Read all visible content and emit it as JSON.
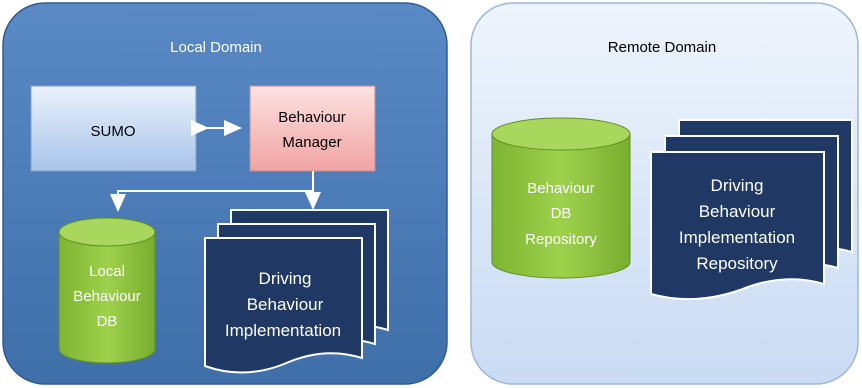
{
  "local_domain": {
    "title": "Local Domain",
    "sumo": "SUMO",
    "manager_line1": "Behaviour",
    "manager_line2": "Manager",
    "db_line1": "Local",
    "db_line2": "Behaviour",
    "db_line3": "DB",
    "impl_line1": "Driving",
    "impl_line2": "Behaviour",
    "impl_line3": "Implementation"
  },
  "remote_domain": {
    "title": "Remote Domain",
    "db_line1": "Behaviour",
    "db_line2": "DB",
    "db_line3": "Repository",
    "impl_line1": "Driving",
    "impl_line2": "Behaviour",
    "impl_line3": "Implementation",
    "impl_line4": "Repository"
  },
  "colors": {
    "local_bg": "#4f81bd",
    "remote_bg": "#dbe7f7",
    "sumo_fill": "#c6d9f1",
    "manager_fill": "#f4b8b8",
    "db_fill": "#8dc63f",
    "doc_fill": "#1f3864"
  }
}
